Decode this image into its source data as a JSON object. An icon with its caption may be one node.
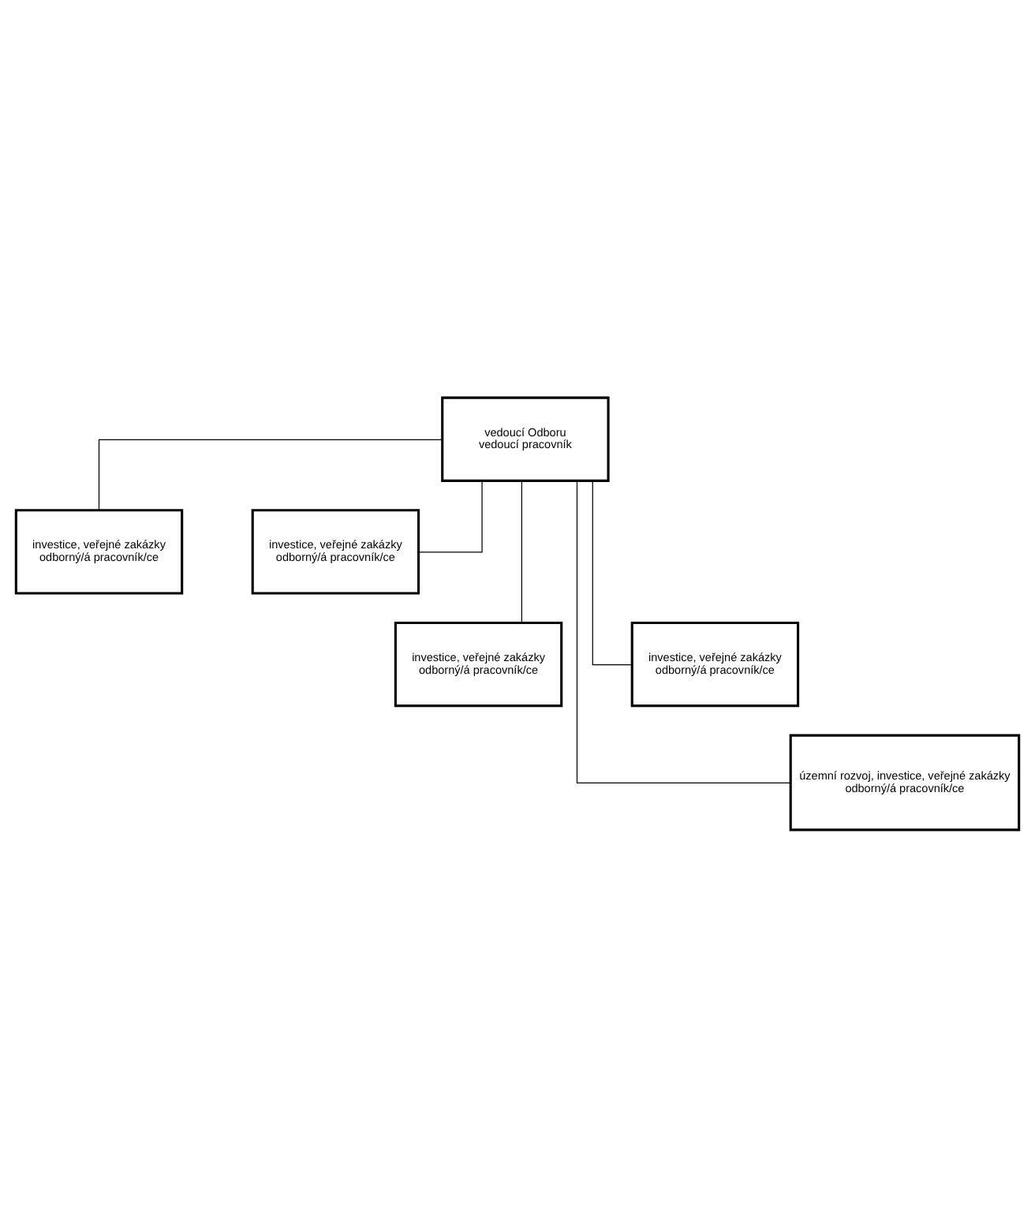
{
  "diagram": {
    "nodes": [
      {
        "text": [
          "vedoucí Odboru",
          "vedoucí pracovník"
        ]
      },
      {
        "text": [
          "investice, veřejné zakázky",
          "odborný/á pracovník/ce"
        ]
      },
      {
        "text": [
          "investice, veřejné zakázky",
          "odborný/á pracovník/ce"
        ]
      },
      {
        "text": [
          "investice, veřejné zakázky",
          "odborný/á pracovník/ce"
        ]
      },
      {
        "text": [
          "investice, veřejné zakázky",
          "odborný/á pracovník/ce"
        ]
      },
      {
        "text": [
          "územní rozvoj, investice, veřejné zakázky",
          "odborný/á pracovník/ce"
        ]
      }
    ],
    "edges": [
      {
        "from": 0,
        "to": 1,
        "arrow": "none"
      },
      {
        "from": 0,
        "to": 2,
        "arrow": "none"
      },
      {
        "from": 0,
        "to": 3,
        "arrow": "none"
      },
      {
        "from": 0,
        "to": 4,
        "arrow": "none"
      },
      {
        "from": 0,
        "to": 5,
        "arrow": "none"
      }
    ]
  }
}
